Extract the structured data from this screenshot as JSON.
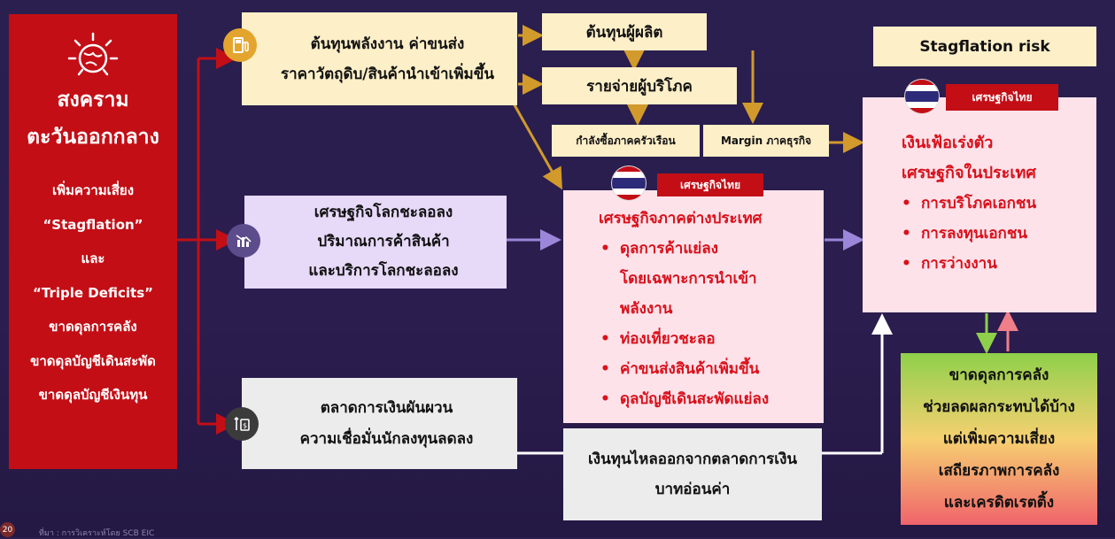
{
  "left_panel": {
    "title_line1": "สงคราม",
    "title_line2": "ตะวันออกกลาง",
    "lines": [
      "เพิ่มความเสี่ยง",
      "“Stagflation”",
      "และ",
      "“Triple Deficits”",
      "ขาดดุลการคลัง",
      "ขาดดุลบัญชีเดินสะพัด",
      "ขาดดุลบัญชีเงินทุน"
    ]
  },
  "energy_box": {
    "line1": "ต้นทุนพลังงาน ค่าขนส่ง",
    "line2": "ราคาวัตถุดิบ/สินค้านำเข้าเพิ่มขึ้น",
    "icon": "fuel-pump-icon"
  },
  "producer_cost": "ต้นทุนผู้ผลิต",
  "consumer_spending": "รายจ่ายผู้บริโภค",
  "household_power": "กำลังซื้อภาคครัวเรือน",
  "business_margin": "Margin ภาคธุรกิจ",
  "stagflation_label": "Stagflation risk",
  "global_box": {
    "line1": "เศรษฐกิจโลกชะลอลง",
    "line2": "ปริมาณการค้าสินค้า",
    "line3": "และบริการโลกชะลอลง",
    "icon": "chart-down-icon"
  },
  "finance_box": {
    "line1": "ตลาดการเงินผันผวน",
    "line2": "ความเชื่อมั่นนักลงทุนลดลง",
    "icon": "money-volatility-icon"
  },
  "external_box": {
    "badge": "เศรษฐกิจไทย",
    "title": "เศรษฐกิจภาคต่างประเทศ",
    "bullets": [
      "ดุลการค้าแย่ลง",
      "โดยเฉพาะการนำเข้า",
      "พลังงาน",
      "ท่องเที่ยวชะลอ",
      "ค่าขนส่งสินค้าเพิ่มขึ้น",
      "ดุลบัญชีเดินสะพัดแย่ลง"
    ]
  },
  "domestic_box": {
    "badge": "เศรษฐกิจไทย",
    "title1": "เงินเฟ้อเร่งตัว",
    "title2": "เศรษฐกิจในประเทศ",
    "bullets": [
      "การบริโภคเอกชน",
      "การลงทุนเอกชน",
      "การว่างงาน"
    ]
  },
  "capital_box": {
    "line1": "เงินทุนไหลออกจากตลาดการเงิน",
    "line2": "บาทอ่อนค่า"
  },
  "fiscal_box": {
    "lines": [
      "ขาดดุลการคลัง",
      "ช่วยลดผลกระทบได้บ้าง",
      "แต่เพิ่มความเสี่ยง",
      "เสถียรภาพการคลัง",
      "และเครดิตเรตติ้ง"
    ]
  },
  "footer": {
    "page": "20",
    "source": "ที่มา : การวิเคราะห์โดย SCB EIC"
  },
  "colors": {
    "red": "#c30e16",
    "gold": "#d19a2b",
    "purple_arrow": "#9b86d9",
    "white_arrow": "#ffffff"
  }
}
